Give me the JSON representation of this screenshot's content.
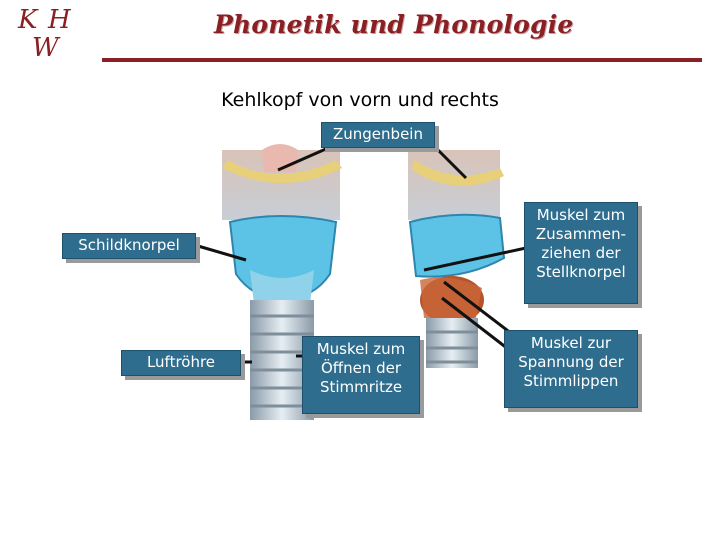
{
  "header": {
    "logo_text": "KH W",
    "title": "Phonetik und Phonologie"
  },
  "slide": {
    "title": "Kehlkopf von vorn und rechts"
  },
  "labels": {
    "zungenbein": [
      "Zungenbein"
    ],
    "schildknorpel": [
      "Schildknorpel"
    ],
    "luftroehre": [
      "Luftröhre"
    ],
    "muskel_oeffnen": [
      "Muskel zum",
      "Öffnen der",
      "Stimmritze"
    ],
    "muskel_zusammen": [
      "Muskel zum",
      "Zusammen-",
      "ziehen der",
      "Stellknorpel"
    ],
    "muskel_spannung": [
      "Muskel zur",
      "Spannung der",
      "Stimmlippen"
    ]
  },
  "colors": {
    "accent": "#8a1f24",
    "label_bg": "#2f6d8e",
    "cartilage": "#5cc3e6",
    "muscle": "#b4542a"
  }
}
